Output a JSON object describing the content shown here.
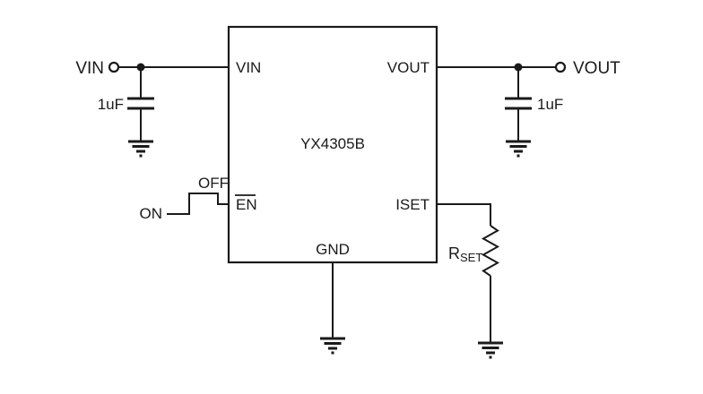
{
  "schematic": {
    "chip": {
      "name": "YX4305B",
      "pins": {
        "vin": "VIN",
        "vout": "VOUT",
        "en": "EN",
        "iset": "ISET",
        "gnd": "GND"
      }
    },
    "terminals": {
      "input": "VIN",
      "output": "VOUT"
    },
    "components": {
      "input_cap": "1uF",
      "output_cap": "1uF",
      "rset_prefix": "R",
      "rset_sub": "SET"
    },
    "enable_control": {
      "off": "OFF",
      "on": "ON"
    },
    "colors": {
      "line": "#1a1a1a",
      "background": "#ffffff"
    }
  }
}
